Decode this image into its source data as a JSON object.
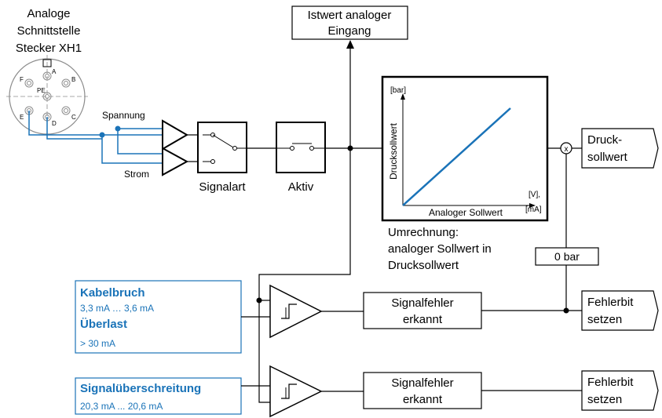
{
  "connector": {
    "title_line1": "Analoge",
    "title_line2": "Schnittstelle",
    "title_line3": "Stecker XH1",
    "pins": [
      "A",
      "B",
      "C",
      "D",
      "E",
      "F",
      "PE"
    ]
  },
  "signals": {
    "spannung": "Spannung",
    "strom": "Strom"
  },
  "blocks": {
    "signalart": "Signalart",
    "aktiv": "Aktiv",
    "istwert_line1": "Istwert analoger",
    "istwert_line2": "Eingang",
    "zero_bar": "0 bar",
    "multiply_symbol": "x"
  },
  "conversion_chart": {
    "y_unit": "[bar]",
    "y_label": "Drucksollwert",
    "x_label": "Analoger Sollwert",
    "x_unit_line1": "[V],",
    "x_unit_line2": "[mA]",
    "caption_line1": "Umrechnung:",
    "caption_line2": "analoger Sollwert in",
    "caption_line3": "Drucksollwert"
  },
  "outputs": {
    "druck_line1": "Druck-",
    "druck_line2": "sollwert",
    "fehlerbit_line1": "Fehlerbit",
    "fehlerbit_line2": "setzen"
  },
  "conditions": {
    "kabelbruch": "Kabelbruch",
    "kabelbruch_range": "3,3 mA … 3,6 mA",
    "ueberlast": "Überlast",
    "ueberlast_range": "> 30 mA",
    "signalueberschreitung": "Signalüberschreitung",
    "signalueberschreitung_range": "20,3 mA ... 20,6 mA"
  },
  "error_block": {
    "line1": "Signalfehler",
    "line2": "erkannt"
  },
  "colors": {
    "wire_blue": "#1a73b8",
    "line_black": "#000000",
    "connector_grey": "#8c8c8c"
  }
}
